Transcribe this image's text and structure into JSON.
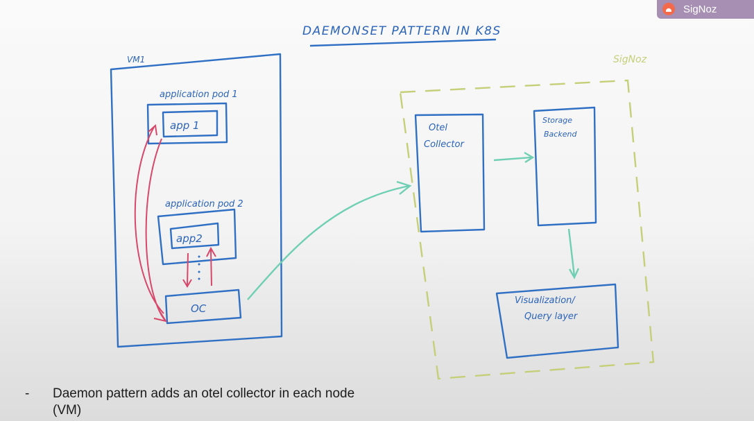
{
  "title": "DAEMONSET PATTERN IN K8S",
  "badge": {
    "label": "SigNoz",
    "icon": "signoz-logo-icon"
  },
  "vm": {
    "label": "VM1",
    "pod1": {
      "label": "application pod 1",
      "app": "app 1"
    },
    "pod2": {
      "label": "application pod 2",
      "app": "app2"
    },
    "collector": "OC"
  },
  "signoz": {
    "label": "SigNoz",
    "otel_collector": [
      "Otel",
      "Collector"
    ],
    "storage": [
      "Storage",
      "Backend"
    ],
    "visualization": [
      "Visualization/",
      "Query layer"
    ]
  },
  "notes": {
    "bullet_marker": "-",
    "bullet_text": "Daemon pattern adds an otel collector in each node (VM)"
  },
  "colors": {
    "ink": "#2f6fc4",
    "arrow_red": "#d8476a",
    "arrow_green": "#6fcfb3",
    "signoz_dash": "#c5cf78",
    "badge_bg": "#a68fb3"
  }
}
